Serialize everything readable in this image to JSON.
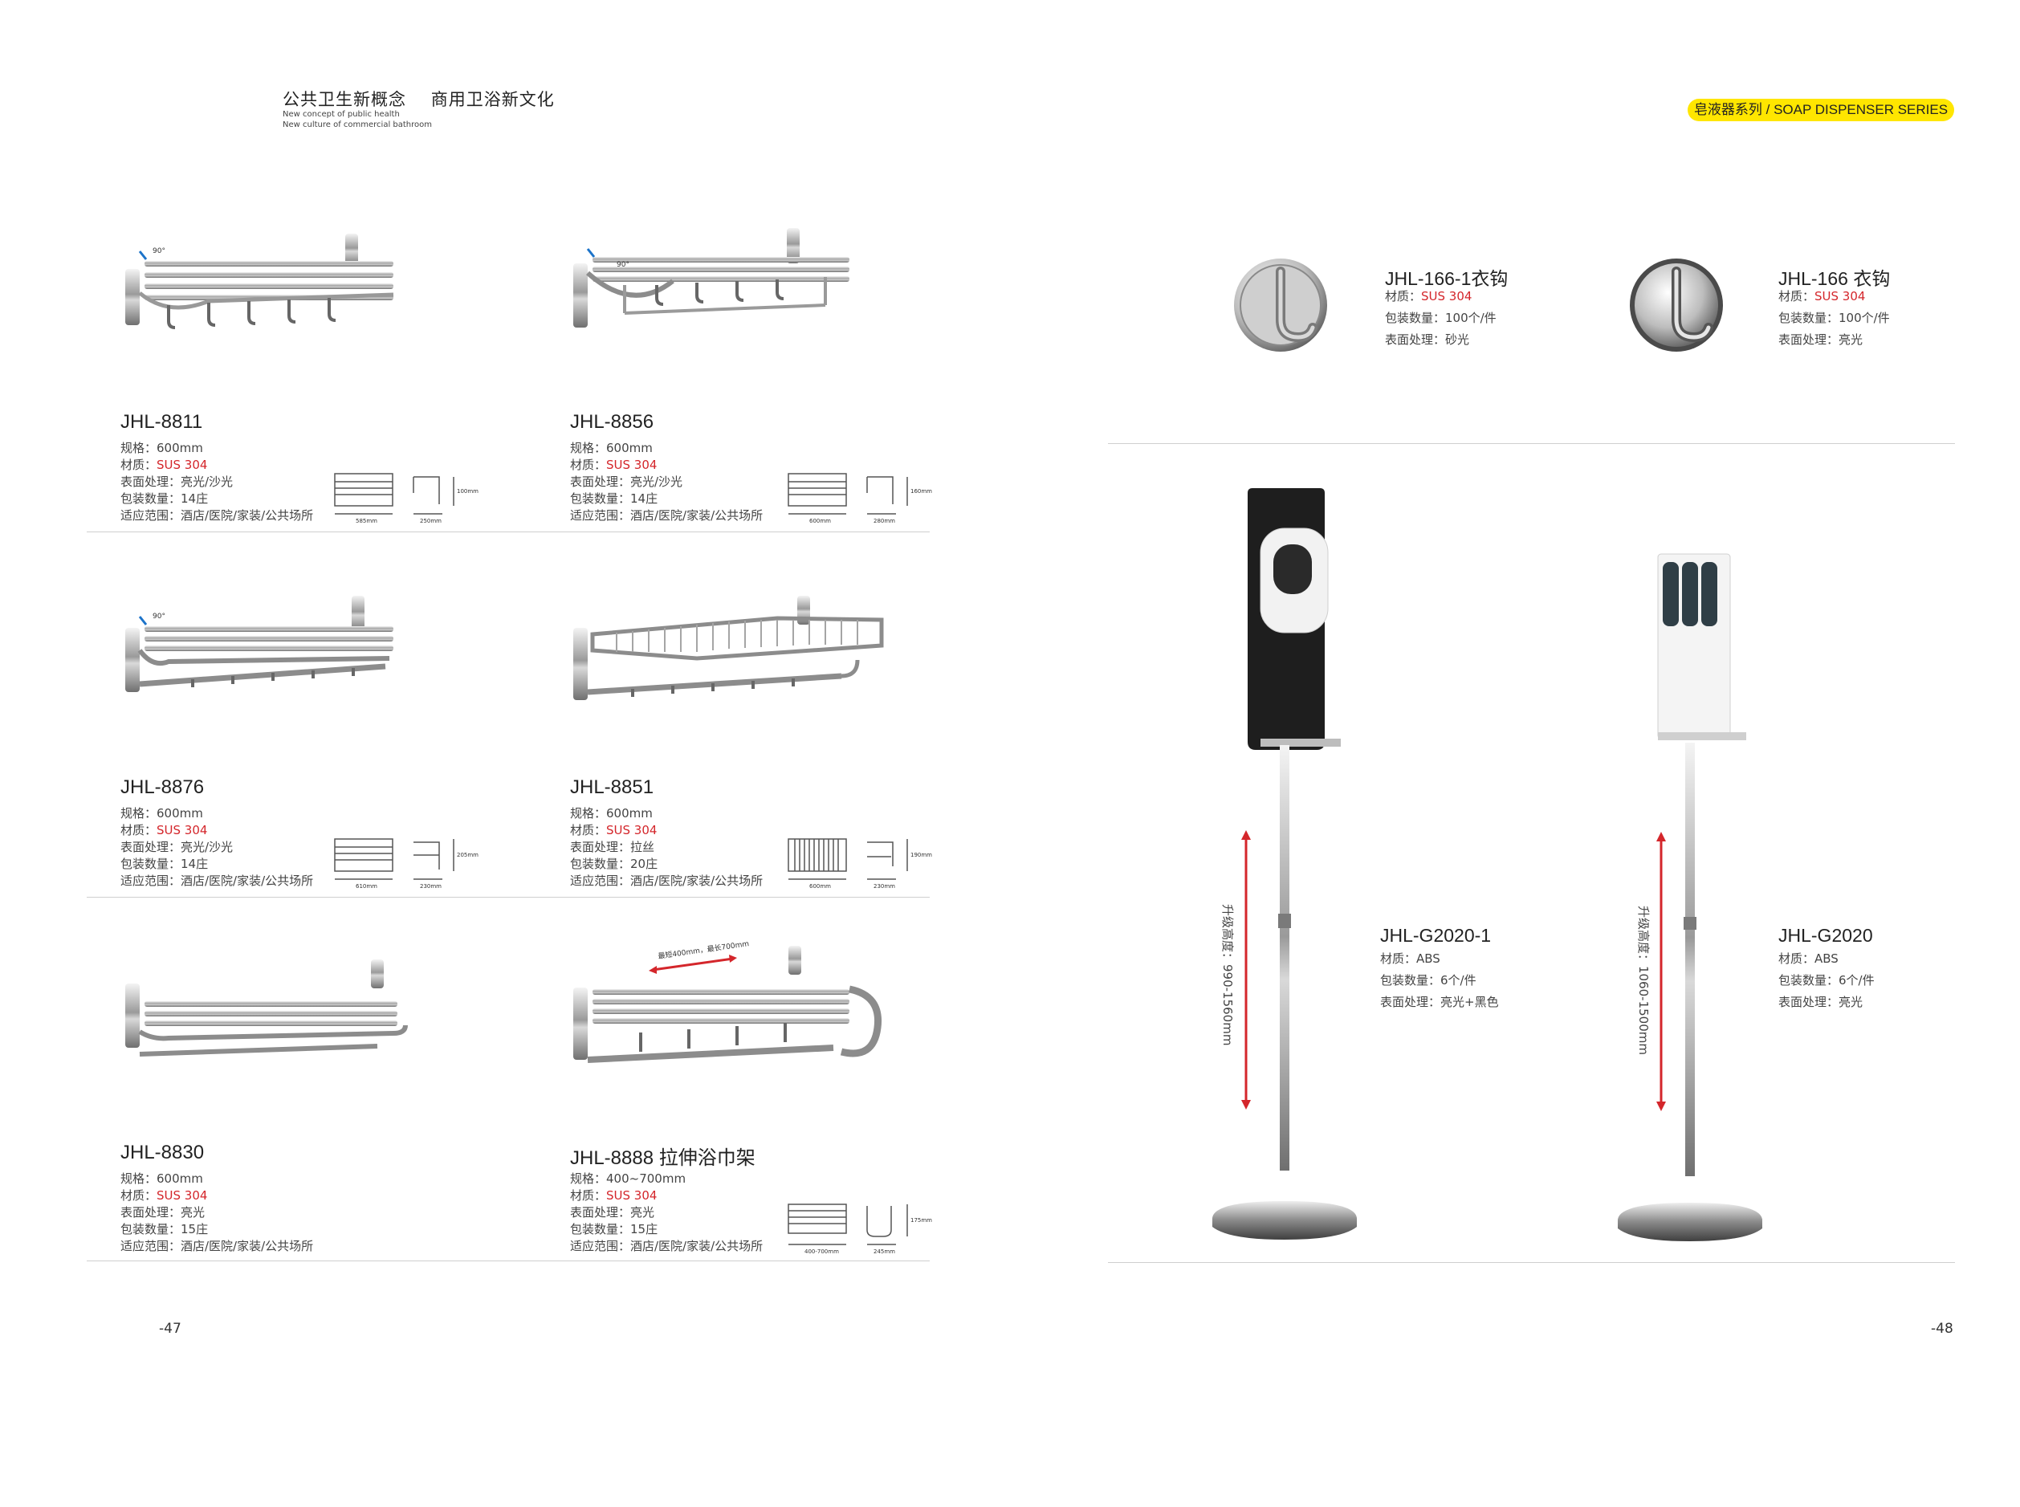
{
  "header": {
    "slogan_cn": "公共卫生新概念    商用卫浴新文化",
    "slogan_en_1": "New concept of public health",
    "slogan_en_2": "New culture of commercial bathroom",
    "series_badge": "皂液器系列 / SOAP DISPENSER SERIES"
  },
  "left_products": [
    {
      "model": "JHL-8811",
      "size": "规格：600mm",
      "material_label": "材质：",
      "material": "SUS 304",
      "finish": "表面处理：亮光/沙光",
      "pack": "包装数量：14庄",
      "scope": "适应范围：酒店/医院/家装/公共场所"
    },
    {
      "model": "JHL-8856",
      "size": "规格：600mm",
      "material_label": "材质：",
      "material": "SUS 304",
      "finish": "表面处理：亮光/沙光",
      "pack": "包装数量：14庄",
      "scope": "适应范围：酒店/医院/家装/公共场所"
    },
    {
      "model": "JHL-8876",
      "size": "规格：600mm",
      "material_label": "材质：",
      "material": "SUS 304",
      "finish": "表面处理：亮光/沙光",
      "pack": "包装数量：14庄",
      "scope": "适应范围：酒店/医院/家装/公共场所"
    },
    {
      "model": "JHL-8851",
      "size": "规格：600mm",
      "material_label": "材质：",
      "material": "SUS 304",
      "finish": "表面处理：拉丝",
      "pack": "包装数量：20庄",
      "scope": "适应范围：酒店/医院/家装/公共场所"
    },
    {
      "model": "JHL-8830",
      "size": "规格：600mm",
      "material_label": "材质：",
      "material": "SUS 304",
      "finish": "表面处理：亮光",
      "pack": "包装数量：15庄",
      "scope": "适应范围：酒店/医院/家装/公共场所"
    },
    {
      "model": "JHL-8888 拉伸浴巾架",
      "size": "规格：400~700mm",
      "material_label": "材质：",
      "material": "SUS 304",
      "finish": "表面处理：亮光",
      "pack": "包装数量：15庄",
      "scope": "适应范围：酒店/医院/家装/公共场所"
    }
  ],
  "dim_labels": {
    "d8811_w": "585mm",
    "d8811_d": "250mm",
    "d8811_h": "100mm",
    "d8856_w": "600mm",
    "d8856_d": "280mm",
    "d8856_h": "160mm",
    "d8876_w": "610mm",
    "d8876_d": "230mm",
    "d8876_h": "205mm",
    "d8851_w": "600mm",
    "d8851_d": "230mm",
    "d8851_h": "190mm",
    "d8888_w": "400-700mm",
    "d8888_d": "245mm",
    "d8888_h": "175mm",
    "d8888_arrow": "最短400mm，最长700mm"
  },
  "hooks": [
    {
      "model": "JHL-166-1衣钩",
      "material_label": "材质：",
      "material": "SUS 304",
      "pack": "包装数量：100个/件",
      "finish": "表面处理：砂光"
    },
    {
      "model": "JHL-166 衣钩",
      "material_label": "材质：",
      "material": "SUS 304",
      "pack": "包装数量：100个/件",
      "finish": "表面处理：亮光"
    }
  ],
  "stands": [
    {
      "model": "JHL-G2020-1",
      "material": "材质：ABS",
      "pack": "包装数量：6个/件",
      "finish": "表面处理：亮光+黑色",
      "height": "升级高度：990-1560mm"
    },
    {
      "model": "JHL-G2020",
      "material": "材质：ABS",
      "pack": "包装数量：6个/件",
      "finish": "表面处理：亮光",
      "height": "升级高度：1060-1500mm"
    }
  ],
  "page_numbers": {
    "left": "-47",
    "right": "-48"
  },
  "colors": {
    "accent_red": "#d4262b",
    "badge_yellow": "#ffe600"
  }
}
